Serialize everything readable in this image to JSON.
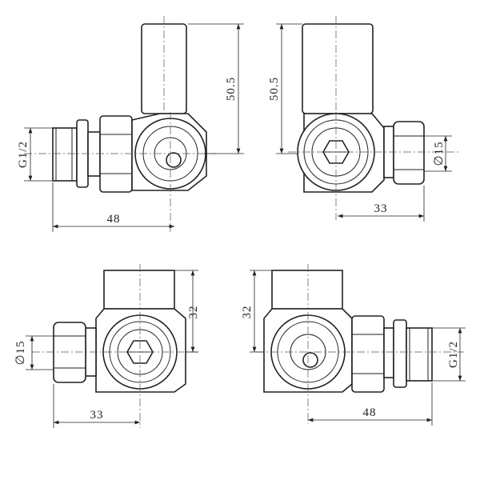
{
  "views": [
    {
      "name": "top-left-view",
      "dims": {
        "height": "50.5",
        "length": "48",
        "thread": "G1/2"
      }
    },
    {
      "name": "top-right-view",
      "dims": {
        "height": "50.5",
        "length": "33",
        "pipe": "∅15"
      }
    },
    {
      "name": "bottom-left-view",
      "dims": {
        "height": "32",
        "length": "33",
        "pipe": "∅15"
      }
    },
    {
      "name": "bottom-right-view",
      "dims": {
        "height": "32",
        "length": "48",
        "thread": "G1/2"
      }
    }
  ],
  "colors": {
    "line": "#222222",
    "background": "#ffffff"
  }
}
